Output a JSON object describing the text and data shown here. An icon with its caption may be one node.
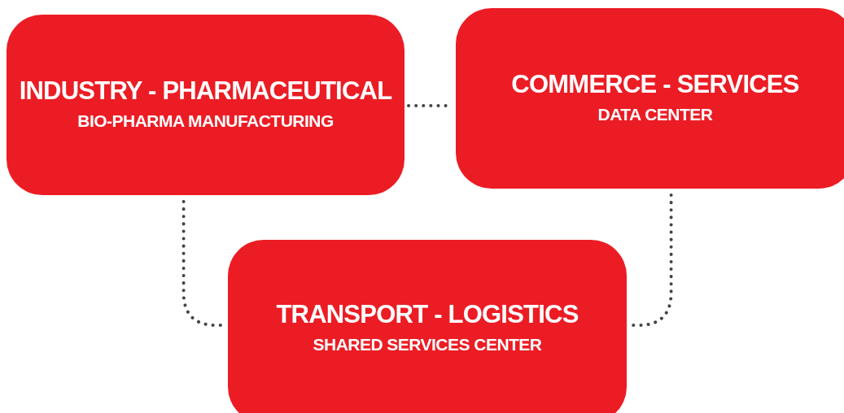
{
  "diagram": {
    "nodes": [
      {
        "text": [
          "INDUSTRY - PHARMACEUTICAL",
          "BIO-PHARMA MANUFACTURING"
        ]
      },
      {
        "text": [
          "COMMERCE - SERVICES",
          "DATA CENTER"
        ]
      },
      {
        "text": [
          "TRANSPORT - LOGISTICS",
          "SHARED SERVICES CENTER"
        ]
      }
    ],
    "edges": [
      {
        "from": 0,
        "to": 1,
        "arrow": "none",
        "style": "dashed"
      },
      {
        "from": 0,
        "to": 2,
        "arrow": "none",
        "style": "dashed"
      },
      {
        "from": 1,
        "to": 2,
        "arrow": "none",
        "style": "dashed"
      }
    ]
  }
}
